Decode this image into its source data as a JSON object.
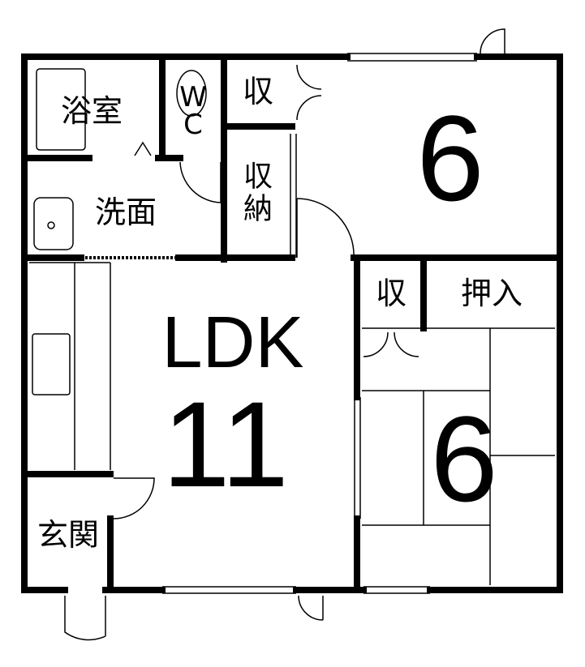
{
  "rooms": {
    "bath": "浴室",
    "wc_top": "W",
    "wc_bottom": "C",
    "storage_top": "収",
    "closet_top": "収",
    "closet_bottom": "納",
    "washroom": "洗面",
    "bedroom_upper_size": "6",
    "storage_small": "収",
    "oshiire": "押入",
    "ldk_label": "LDK",
    "ldk_size": "11",
    "tatami_size": "6",
    "entrance": "玄関"
  }
}
